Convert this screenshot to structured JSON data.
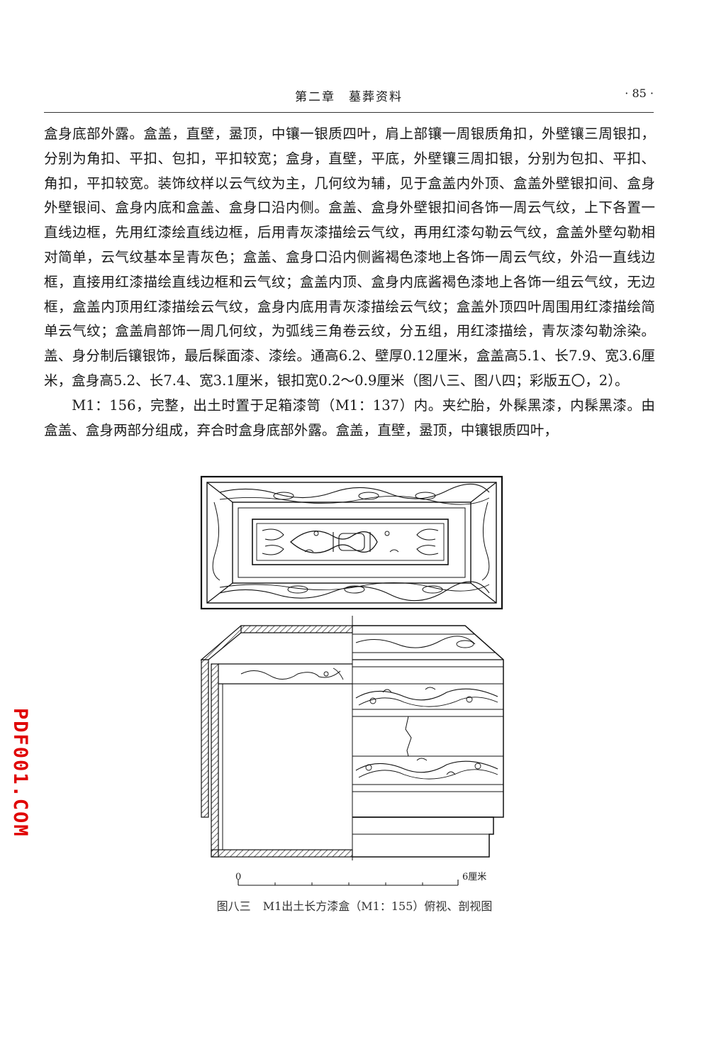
{
  "header": {
    "title": "第二章　墓葬资料",
    "page_number": "· 85 ·"
  },
  "body": {
    "paragraph1": "盒身底部外露。盒盖，直壁，盝顶，中镶一银质四叶，肩上部镶一周银质角扣，外壁镶三周银扣，分别为角扣、平扣、包扣，平扣较宽；盒身，直壁，平底，外壁镶三周扣银，分别为包扣、平扣、角扣，平扣较宽。装饰纹样以云气纹为主，几何纹为辅，见于盒盖内外顶、盒盖外壁银扣间、盒身外壁银间、盒身内底和盒盖、盒身口沿内侧。盒盖、盒身外壁银扣间各饰一周云气纹，上下各置一直线边框，先用红漆绘直线边框，后用青灰漆描绘云气纹，再用红漆勾勒云气纹，盒盖外壁勾勒相对简单，云气纹基本呈青灰色；盒盖、盒身口沿内侧酱褐色漆地上各饰一周云气纹，外沿一直线边框，直接用红漆描绘直线边框和云气纹；盒盖内顶、盒身内底酱褐色漆地上各饰一组云气纹，无边框，盒盖内顶用红漆描绘云气纹，盒身内底用青灰漆描绘云气纹；盒盖外顶四叶周围用红漆描绘简单云气纹；盒盖肩部饰一周几何纹，为弧线三角卷云纹，分五组，用红漆描绘，青灰漆勾勒涂染。盖、身分制后镶银饰，最后髹面漆、漆绘。通高6.2、壁厚0.12厘米，盒盖高5.1、长7.9、宽3.6厘米，盒身高5.2、长7.4、宽3.1厘米，银扣宽0.2～0.9厘米（图八三、图八四；彩版五〇，2）。",
    "paragraph2": "M1：156，完整，出土时置于足箱漆笥（M1：137）内。夹纻胎，外髹黑漆，内髹黑漆。由盒盖、盒身两部分组成，弃合时盒身底部外露。盒盖，直壁，盝顶，中镶银质四叶，"
  },
  "figure": {
    "scale_start": "0",
    "scale_end": "6厘米",
    "caption_number": "图八三",
    "caption_text": "M1出土长方漆盒（M1：155）俯视、剖视图"
  },
  "watermark": {
    "text_main": "PDF001",
    "text_suffix": ".COM",
    "color": "#e00000"
  }
}
